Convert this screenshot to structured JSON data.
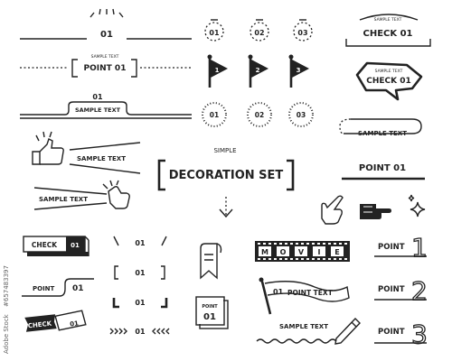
{
  "colors": {
    "ink": "#222222",
    "paper": "#ffffff",
    "watermark": "#666666"
  },
  "heading": {
    "small": "SIMPLE",
    "main": "DECORATION SET"
  },
  "labels": {
    "n01": "01",
    "n02": "02",
    "n03": "03",
    "sample_small": "SAMPLE TEXT",
    "sample": "SAMPLE TEXT",
    "point01": "POINT 01",
    "point": "POINT",
    "check01": "CHECK 01",
    "check": "CHECK",
    "point_text": "POINT TEXT",
    "movie": [
      "M",
      "O",
      "V",
      "I",
      "E"
    ],
    "big1": "1",
    "big2": "2",
    "big3": "3"
  },
  "watermark": {
    "site": "Adobe Stock",
    "id": "#657483397"
  },
  "icons": [
    "thumbs-up-icon",
    "pointing-hand-icon",
    "flag-icon",
    "sparkle-icon",
    "pencil-icon",
    "film-strip-icon",
    "down-arrow-icon"
  ]
}
